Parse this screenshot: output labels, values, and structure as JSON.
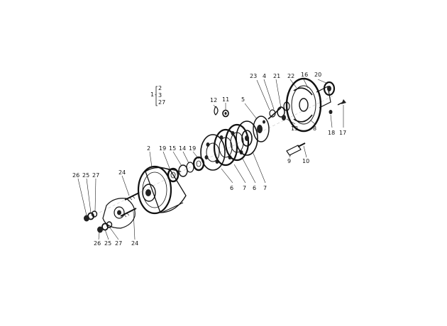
{
  "diagram": {
    "legend": {
      "prefix": "1",
      "parts": [
        "2",
        "3",
        "27"
      ]
    },
    "labels": {
      "p2": "2",
      "p4": "4",
      "p5": "5",
      "p6a": "6",
      "p6b": "6",
      "p7a": "7",
      "p7b": "7",
      "p8": "8",
      "p9": "9",
      "p10": "10",
      "p11": "11",
      "p12": "12",
      "p13": "13",
      "p14": "14",
      "p15": "15",
      "p16": "16",
      "p17": "17",
      "p18": "18",
      "p19a": "19",
      "p19b": "19",
      "p20": "20",
      "p21": "21",
      "p22": "22",
      "p23": "23",
      "p24a": "24",
      "p24b": "24",
      "p25a": "25",
      "p25b": "25",
      "p26a": "26",
      "p26b": "26",
      "p27a": "27",
      "p27b": "27"
    }
  }
}
